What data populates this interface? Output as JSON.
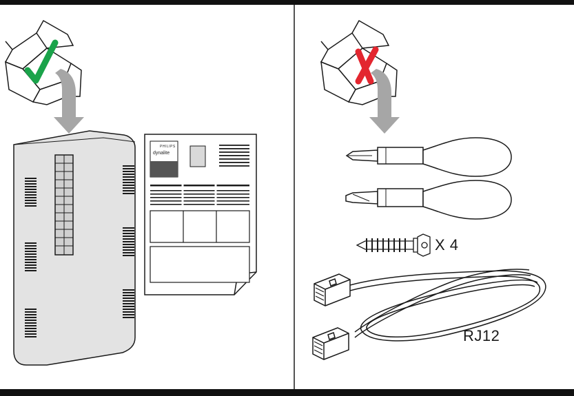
{
  "panels": {
    "left": {
      "status": "included",
      "status_color": "#1aa34a"
    },
    "right": {
      "status": "not-included",
      "status_color": "#e3262f"
    }
  },
  "manual": {
    "brand_top": "PHILIPS",
    "brand_bottom": "dynalite"
  },
  "hardware": {
    "screw_quantity_label": "X 4",
    "cable_label": "RJ12"
  },
  "colors": {
    "line": "#1a1a1a",
    "arrow": "#a6a6a6",
    "device_fill": "#e3e3e3",
    "shade": "#555555"
  }
}
